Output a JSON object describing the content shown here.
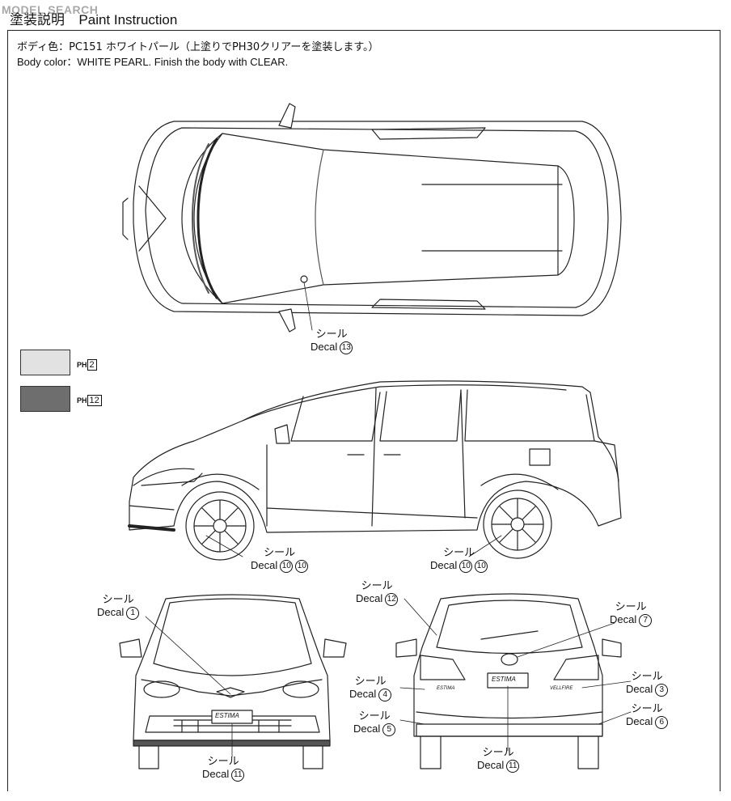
{
  "header": {
    "watermark": "MODEL SEARCH",
    "title_jp": "塗装説明",
    "title_en": "Paint Instruction"
  },
  "body_color": {
    "line_jp": "ボディ色：PC151 ホワイトパール（上塗りでPH30クリアーを塗装します。）",
    "line_en": "Body color：WHITE PEARL. Finish the body with CLEAR."
  },
  "swatches": [
    {
      "code_prefix": "PH",
      "code": "2",
      "color": "#e2e2e2"
    },
    {
      "code_prefix": "PH",
      "code": "12",
      "color": "#6e6e6e"
    }
  ],
  "callouts": {
    "top_13": {
      "jp": "シール",
      "en": "Decal",
      "num": "13"
    },
    "side_front": {
      "jp": "シール",
      "en": "Decal",
      "num": "10",
      "num2": "10"
    },
    "side_rear": {
      "jp": "シール",
      "en": "Decal",
      "num": "10",
      "num2": "10"
    },
    "front_1": {
      "jp": "シール",
      "en": "Decal",
      "num": "1"
    },
    "front_11": {
      "jp": "シール",
      "en": "Decal",
      "num": "11"
    },
    "rear_12": {
      "jp": "シール",
      "en": "Decal",
      "num": "12"
    },
    "rear_7": {
      "jp": "シール",
      "en": "Decal",
      "num": "7"
    },
    "rear_4": {
      "jp": "シール",
      "en": "Decal",
      "num": "4"
    },
    "rear_5": {
      "jp": "シール",
      "en": "Decal",
      "num": "5"
    },
    "rear_3": {
      "jp": "シール",
      "en": "Decal",
      "num": "3"
    },
    "rear_6": {
      "jp": "シール",
      "en": "Decal",
      "num": "6"
    },
    "rear_11": {
      "jp": "シール",
      "en": "Decal",
      "num": "11"
    }
  },
  "badges": {
    "front_plate": "ESTIMA",
    "rear_plate": "ESTIMA",
    "rear_left_badge": "ESTIMA",
    "rear_right_badge": "VELLFIRE"
  }
}
